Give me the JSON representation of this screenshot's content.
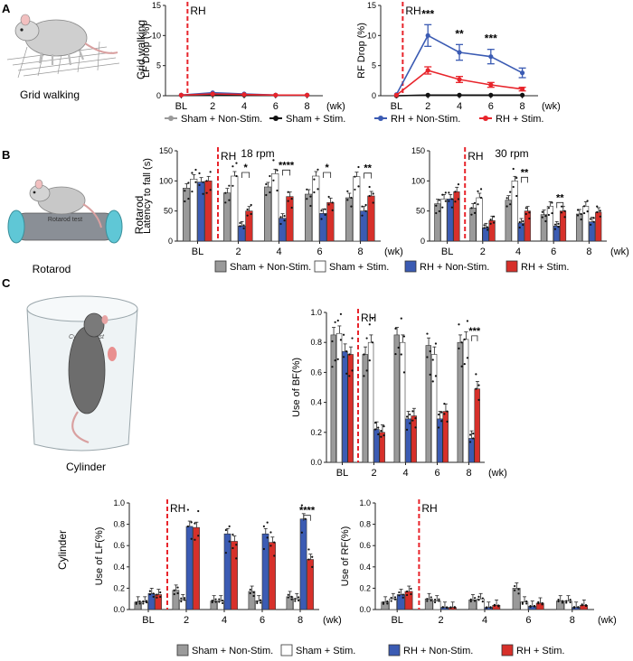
{
  "colors": {
    "sham_nonstim": "#9a9a9a",
    "sham_stim": "#ffffff",
    "rh_nonstim": "#3b5bb3",
    "rh_stim": "#d7302a",
    "rh_line": "#e8242b",
    "grey_line": "#9a9a9a",
    "black_line": "#111111"
  },
  "panels": {
    "a": "A",
    "b": "B",
    "c": "C"
  },
  "rh_label": "RH",
  "unit_wk": "(wk)",
  "icons": {
    "grid": "rat-on-grid-icon",
    "rotarod": "rat-on-rotarod-icon",
    "cylinder": "rat-in-cylinder-icon"
  },
  "rotarod_drum_text": "Rotarod test",
  "cylinder_glass_text": "Cylinder test",
  "sections": {
    "grid": {
      "caption": "Grid walking"
    },
    "rotarod": {
      "caption": "Rotarod",
      "title18": "18 rpm",
      "title30": "30 rpm"
    },
    "cylinder": {
      "caption": "Cylinder"
    }
  },
  "legend_lines": [
    {
      "label": "Sham + Non-Stim.",
      "color": "#9a9a9a"
    },
    {
      "label": "Sham + Stim.",
      "color": "#111111"
    },
    {
      "label": "RH + Non-Stim.",
      "color": "#3b5bb3"
    },
    {
      "label": "RH + Stim.",
      "color": "#e8242b"
    }
  ],
  "legend_bars": [
    {
      "label": "Sham + Non-Stim.",
      "color": "#9a9a9a"
    },
    {
      "label": "Sham + Stim.",
      "color": "#ffffff"
    },
    {
      "label": "RH + Non-Stim.",
      "color": "#3b5bb3"
    },
    {
      "label": "RH + Stim.",
      "color": "#d7302a"
    }
  ],
  "chart_data": [
    {
      "type": "line",
      "id": "lf_drop",
      "ylabel": "LF Drop (%)",
      "ylabel_outer": "Grid walking",
      "categories": [
        "BL",
        "2",
        "4",
        "6",
        "8"
      ],
      "ylim": [
        0,
        15
      ],
      "yticks": [
        0,
        5,
        10,
        15
      ],
      "rh_after": "BL",
      "series": [
        {
          "name": "Sham + Non-Stim.",
          "values": [
            0.1,
            0.2,
            0.2,
            0.1,
            0.1
          ]
        },
        {
          "name": "Sham + Stim.",
          "values": [
            0.1,
            0.2,
            0.1,
            0.1,
            0.1
          ]
        },
        {
          "name": "RH + Non-Stim.",
          "values": [
            0.1,
            0.5,
            0.3,
            0.1,
            0.1
          ]
        },
        {
          "name": "RH + Stim.",
          "values": [
            0.1,
            0.3,
            0.2,
            0.1,
            0.1
          ]
        }
      ]
    },
    {
      "type": "line",
      "id": "rf_drop",
      "ylabel": "RF Drop (%)",
      "categories": [
        "BL",
        "2",
        "4",
        "6",
        "8"
      ],
      "ylim": [
        0,
        15
      ],
      "yticks": [
        0,
        5,
        10,
        15
      ],
      "rh_after": "BL",
      "series": [
        {
          "name": "Sham + Non-Stim.",
          "values": [
            0,
            0.1,
            0.1,
            0.1,
            0.1
          ]
        },
        {
          "name": "Sham + Stim.",
          "values": [
            0,
            0.1,
            0.1,
            0.1,
            0.1
          ]
        },
        {
          "name": "RH + Non-Stim.",
          "values": [
            0.2,
            10,
            7.2,
            6.5,
            3.8
          ],
          "err": [
            0,
            1.8,
            1.3,
            1.2,
            0.8
          ]
        },
        {
          "name": "RH + Stim.",
          "values": [
            0.1,
            4.2,
            2.7,
            1.8,
            1.1
          ],
          "err": [
            0,
            0.6,
            0.5,
            0.4,
            0.3
          ]
        }
      ],
      "annotations": [
        {
          "x": "2",
          "text": "***"
        },
        {
          "x": "4",
          "text": "**"
        },
        {
          "x": "6",
          "text": "***"
        }
      ]
    },
    {
      "type": "bar",
      "id": "rotarod18",
      "title": "18 rpm",
      "ylabel": "Latency to fall (s)",
      "ylabel_outer": "Rotarod",
      "categories": [
        "BL",
        "2",
        "4",
        "6",
        "8"
      ],
      "ylim": [
        0,
        150
      ],
      "yticks": [
        0,
        50,
        100,
        150
      ],
      "rh_after": "BL",
      "series": [
        {
          "name": "Sham + Non-Stim.",
          "values": [
            88,
            80,
            90,
            78,
            72
          ]
        },
        {
          "name": "Sham + Stim.",
          "values": [
            103,
            108,
            112,
            108,
            107
          ]
        },
        {
          "name": "RH + Non-Stim.",
          "values": [
            98,
            25,
            38,
            46,
            50
          ]
        },
        {
          "name": "RH + Stim.",
          "values": [
            100,
            50,
            74,
            64,
            75
          ]
        }
      ],
      "annotations": [
        {
          "x": "2",
          "text": "*"
        },
        {
          "x": "4",
          "text": "****"
        },
        {
          "x": "6",
          "text": "*"
        },
        {
          "x": "8",
          "text": "**"
        }
      ]
    },
    {
      "type": "bar",
      "id": "rotarod30",
      "title": "30 rpm",
      "categories": [
        "BL",
        "2",
        "4",
        "6",
        "8"
      ],
      "ylim": [
        0,
        150
      ],
      "yticks": [
        0,
        50,
        100,
        150
      ],
      "rh_after": "BL",
      "series": [
        {
          "name": "Sham + Non-Stim.",
          "values": [
            62,
            55,
            68,
            44,
            45
          ]
        },
        {
          "name": "Sham + Stim.",
          "values": [
            70,
            72,
            100,
            58,
            58
          ]
        },
        {
          "name": "RH + Non-Stim.",
          "values": [
            70,
            22,
            30,
            25,
            32
          ]
        },
        {
          "name": "RH + Stim.",
          "values": [
            82,
            34,
            50,
            50,
            48
          ]
        }
      ],
      "annotations": [
        {
          "x": "4",
          "text": "**"
        },
        {
          "x": "6",
          "text": "**"
        }
      ]
    },
    {
      "type": "bar",
      "id": "use_bf",
      "ylabel": "Use of BF(%)",
      "categories": [
        "BL",
        "2",
        "4",
        "6",
        "8"
      ],
      "ylim": [
        0,
        1.0
      ],
      "yticks": [
        0,
        0.2,
        0.4,
        0.6,
        0.8,
        1.0
      ],
      "rh_after": "BL",
      "series": [
        {
          "name": "Sham + Non-Stim.",
          "values": [
            0.85,
            0.72,
            0.85,
            0.78,
            0.8
          ]
        },
        {
          "name": "Sham + Stim.",
          "values": [
            0.86,
            0.8,
            0.8,
            0.72,
            0.82
          ]
        },
        {
          "name": "RH + Non-Stim.",
          "values": [
            0.74,
            0.22,
            0.29,
            0.29,
            0.16
          ]
        },
        {
          "name": "RH + Stim.",
          "values": [
            0.72,
            0.2,
            0.31,
            0.34,
            0.49
          ]
        }
      ],
      "annotations": [
        {
          "x": "8",
          "text": "***"
        }
      ]
    },
    {
      "type": "bar",
      "id": "use_lf",
      "ylabel": "Use of LF(%)",
      "ylabel_outer": "Cylinder",
      "categories": [
        "BL",
        "2",
        "4",
        "6",
        "8"
      ],
      "ylim": [
        0,
        1.0
      ],
      "yticks": [
        0,
        0.2,
        0.4,
        0.6,
        0.8,
        1.0
      ],
      "rh_after": "BL",
      "series": [
        {
          "name": "Sham + Non-Stim.",
          "values": [
            0.07,
            0.18,
            0.08,
            0.17,
            0.12
          ]
        },
        {
          "name": "Sham + Stim.",
          "values": [
            0.07,
            0.09,
            0.08,
            0.08,
            0.1
          ]
        },
        {
          "name": "RH + Non-Stim.",
          "values": [
            0.15,
            0.78,
            0.71,
            0.71,
            0.85
          ]
        },
        {
          "name": "RH + Stim.",
          "values": [
            0.14,
            0.77,
            0.64,
            0.63,
            0.47
          ]
        }
      ],
      "annotations": [
        {
          "x": "8",
          "text": "****"
        }
      ]
    },
    {
      "type": "bar",
      "id": "use_rf",
      "ylabel": "Use of RF(%)",
      "categories": [
        "BL",
        "2",
        "4",
        "6",
        "8"
      ],
      "ylim": [
        0,
        1.0
      ],
      "yticks": [
        0,
        0.2,
        0.4,
        0.6,
        0.8,
        1.0
      ],
      "rh_after": "BL",
      "series": [
        {
          "name": "Sham + Non-Stim.",
          "values": [
            0.07,
            0.1,
            0.09,
            0.2,
            0.08
          ]
        },
        {
          "name": "Sham + Stim.",
          "values": [
            0.1,
            0.08,
            0.1,
            0.07,
            0.08
          ]
        },
        {
          "name": "RH + Non-Stim.",
          "values": [
            0.14,
            0.02,
            0.02,
            0.03,
            0.02
          ]
        },
        {
          "name": "RH + Stim.",
          "values": [
            0.17,
            0.02,
            0.04,
            0.06,
            0.04
          ]
        }
      ]
    }
  ]
}
